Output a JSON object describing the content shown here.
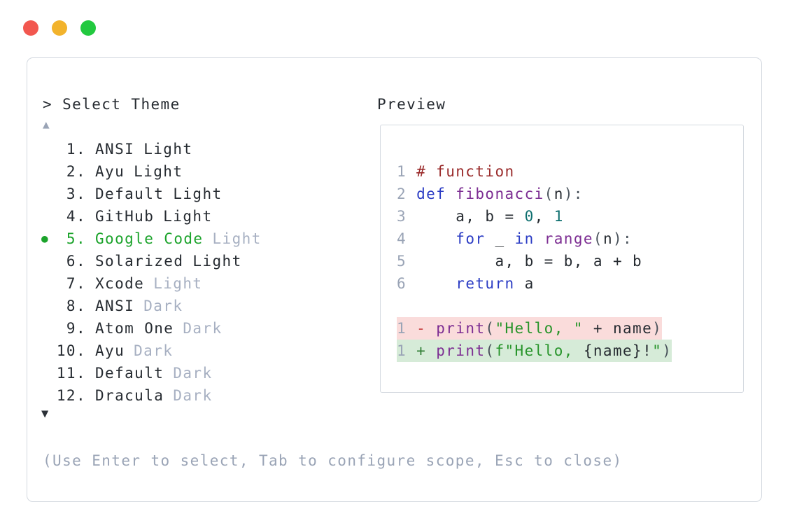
{
  "colors": {
    "text": "#262b31",
    "muted": "#9aa4b6",
    "muted_variant": "#a7b0c2",
    "border": "#d4d9e0",
    "accent_green": "#1ba32b",
    "comment": "#9a2b2b",
    "keyword": "#2b3cc4",
    "function": "#7c2d92",
    "literal": "#0e6f6f",
    "string": "#27942a",
    "punctuation": "#4a535c",
    "removed_marker": "#c94444",
    "added_marker": "#2f7d33",
    "removed_bg": "#fadcdb",
    "added_bg": "#d6ebd8",
    "traffic_red": "#f2574f",
    "traffic_yellow": "#f2b32c",
    "traffic_green": "#22c93f"
  },
  "window": {
    "traffic_lights": [
      {
        "name": "close",
        "color": "#f2574f"
      },
      {
        "name": "minimize",
        "color": "#f2b32c"
      },
      {
        "name": "zoom",
        "color": "#22c93f"
      }
    ]
  },
  "palette": {
    "prompt_marker": ">",
    "title": "Select Theme",
    "scroll_up": "▲",
    "scroll_down": "▼",
    "selected_bullet": "●",
    "items": [
      {
        "num": "1.",
        "name": "ANSI",
        "variant": "Light",
        "muted_variant": false,
        "selected": false
      },
      {
        "num": "2.",
        "name": "Ayu",
        "variant": "Light",
        "muted_variant": false,
        "selected": false
      },
      {
        "num": "3.",
        "name": "Default",
        "variant": "Light",
        "muted_variant": false,
        "selected": false
      },
      {
        "num": "4.",
        "name": "GitHub",
        "variant": "Light",
        "muted_variant": false,
        "selected": false
      },
      {
        "num": "5.",
        "name": "Google Code",
        "variant": "Light",
        "muted_variant": true,
        "selected": true
      },
      {
        "num": "6.",
        "name": "Solarized",
        "variant": "Light",
        "muted_variant": false,
        "selected": false
      },
      {
        "num": "7.",
        "name": "Xcode",
        "variant": "Light",
        "muted_variant": true,
        "selected": false
      },
      {
        "num": "8.",
        "name": "ANSI",
        "variant": "Dark",
        "muted_variant": true,
        "selected": false
      },
      {
        "num": "9.",
        "name": "Atom One",
        "variant": "Dark",
        "muted_variant": true,
        "selected": false
      },
      {
        "num": "10.",
        "name": "Ayu",
        "variant": "Dark",
        "muted_variant": true,
        "selected": false
      },
      {
        "num": "11.",
        "name": "Default",
        "variant": "Dark",
        "muted_variant": true,
        "selected": false
      },
      {
        "num": "12.",
        "name": "Dracula",
        "variant": "Dark",
        "muted_variant": true,
        "selected": false
      }
    ],
    "hint": "(Use Enter to select, Tab to configure scope, Esc to close)"
  },
  "preview": {
    "title": "Preview",
    "lines": [
      {
        "type": "code",
        "tokens": [
          [
            "ln",
            "1 "
          ],
          [
            "com",
            "# function"
          ]
        ]
      },
      {
        "type": "code",
        "tokens": [
          [
            "ln",
            "2 "
          ],
          [
            "kw",
            "def "
          ],
          [
            "fn",
            "fibonacci"
          ],
          [
            "pun",
            "("
          ],
          [
            "pln",
            "n"
          ],
          [
            "pun",
            "):"
          ]
        ]
      },
      {
        "type": "code",
        "tokens": [
          [
            "ln",
            "3 "
          ],
          [
            "pln",
            "    a, b = "
          ],
          [
            "num",
            "0"
          ],
          [
            "pln",
            ", "
          ],
          [
            "num",
            "1"
          ]
        ]
      },
      {
        "type": "code",
        "tokens": [
          [
            "ln",
            "4 "
          ],
          [
            "pln",
            "    "
          ],
          [
            "kw",
            "for"
          ],
          [
            "pln",
            " _ "
          ],
          [
            "kw",
            "in"
          ],
          [
            "pln",
            " "
          ],
          [
            "fn",
            "range"
          ],
          [
            "pun",
            "("
          ],
          [
            "pln",
            "n"
          ],
          [
            "pun",
            "):"
          ]
        ]
      },
      {
        "type": "code",
        "tokens": [
          [
            "ln",
            "5 "
          ],
          [
            "pln",
            "        a, b = b, a + b"
          ]
        ]
      },
      {
        "type": "code",
        "tokens": [
          [
            "ln",
            "6 "
          ],
          [
            "pln",
            "    "
          ],
          [
            "kw",
            "return"
          ],
          [
            "pln",
            " a"
          ]
        ]
      },
      {
        "type": "blank",
        "tokens": []
      },
      {
        "type": "removed",
        "tokens": [
          [
            "ln",
            "1 "
          ],
          [
            "del",
            "- "
          ],
          [
            "fn",
            "print"
          ],
          [
            "pun",
            "("
          ],
          [
            "str",
            "\"Hello, \""
          ],
          [
            "pln",
            " + name"
          ],
          [
            "pun",
            ")"
          ]
        ]
      },
      {
        "type": "added",
        "tokens": [
          [
            "ln",
            "1 "
          ],
          [
            "add",
            "+ "
          ],
          [
            "fn",
            "print"
          ],
          [
            "pun",
            "("
          ],
          [
            "str",
            "f\"Hello, "
          ],
          [
            "pln",
            "{name}!"
          ],
          [
            "str",
            "\""
          ],
          [
            "pun",
            ")"
          ]
        ]
      }
    ]
  }
}
